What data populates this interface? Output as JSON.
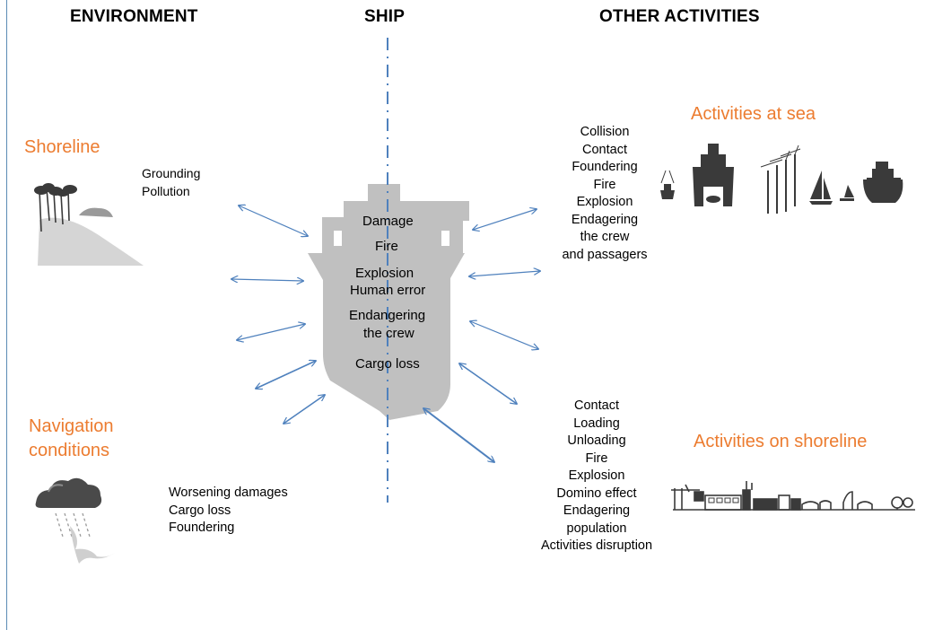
{
  "headers": {
    "environment": "ENVIRONMENT",
    "ship": "SHIP",
    "other_activities": "OTHER ACTIVITIES"
  },
  "environment": {
    "shoreline": {
      "title": "Shoreline",
      "risks": [
        "Grounding",
        "Pollution"
      ],
      "icon": "shoreline-trees-icon"
    },
    "navigation": {
      "title_line1": "Navigation",
      "title_line2": "conditions",
      "risks": [
        "Worsening damages",
        "Cargo loss",
        "Foundering"
      ],
      "icon": "storm-rain-icon"
    }
  },
  "ship": {
    "risks": [
      "Damage",
      "Fire",
      "Explosion",
      "Human error",
      "Endangering",
      "the crew",
      "Cargo loss"
    ],
    "hull_color": "#c0c0c0",
    "axis_color": "#4f81bd"
  },
  "other_activities": {
    "sea": {
      "title": "Activities at sea",
      "risks": [
        "Collision",
        "Contact",
        "Foundering",
        "Fire",
        "Explosion",
        "Endagering",
        "the crew",
        "and passagers"
      ],
      "icons": [
        "fishing-boat-icon",
        "ferry-icon",
        "wind-turbines-icon",
        "sailboat-icon",
        "windsurf-icon",
        "cruise-ship-icon"
      ]
    },
    "shoreline": {
      "title": "Activities on shoreline",
      "risks": [
        "Contact",
        "Loading",
        "Unloading",
        "Fire",
        "Explosion",
        "Domino effect",
        "Endagering",
        "population",
        "Activities disruption"
      ],
      "icon": "port-skyline-icon"
    }
  },
  "colors": {
    "accent": "#ec7c30",
    "arrow": "#4f81bd",
    "icon_dark": "#3a3a3a",
    "icon_light": "#c9c9c9"
  }
}
